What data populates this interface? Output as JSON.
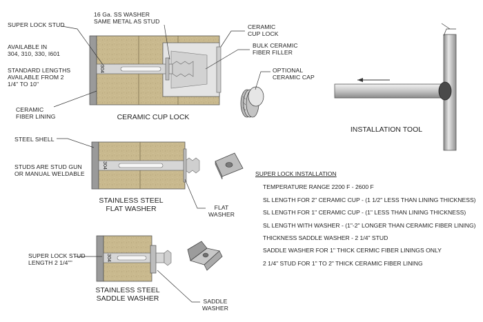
{
  "top_section": {
    "super_lock_stud": "SUPER LOCK STUD",
    "available_line1": "AVAILABLE IN",
    "available_line2": "304, 310, 330, I601",
    "standard_line1": "STANDARD LENGTHS",
    "standard_line2": "AVAILABLE FROM 2",
    "standard_line3": "1/4\" TO 10\"",
    "ceramic_fiber_line1": "CERAMIC",
    "ceramic_fiber_line2": "FIBER LINING",
    "washer_line1": "16 Ga. SS WASHER",
    "washer_line2": "SAME METAL AS STUD",
    "cup_lock_line1": "CERAMIC",
    "cup_lock_line2": "CUP LOCK",
    "bulk_filler_line1": "BULK CERAMIC",
    "bulk_filler_line2": "FIBER FILLER",
    "optional_cap_line1": "OPTIONAL",
    "optional_cap_line2": "CERAMIC CAP",
    "caption": "CERAMIC CUP LOCK",
    "stud_mark": "304"
  },
  "installation_tool": {
    "caption": "INSTALLATION TOOL"
  },
  "middle_section": {
    "steel_shell": "STEEL SHELL",
    "studs_line1": "STUDS ARE STUD GUN",
    "studs_line2": "OR MANUAL WELDABLE",
    "caption_line1": "STAINLESS STEEL",
    "caption_line2": "FLAT WASHER",
    "flat_washer_line1": "FLAT",
    "flat_washer_line2": "WASHER",
    "stud_mark": "304"
  },
  "bottom_section": {
    "stud_line1": "SUPER LOCK STUD",
    "stud_line2": "LENGTH 2 1/4\"\"",
    "caption_line1": "STAINLESS STEEL",
    "caption_line2": "SADDLE WASHER",
    "saddle_line1": "SADDLE",
    "saddle_line2": "WASHER",
    "stud_mark": "304"
  },
  "installation_specs": {
    "title": "SUPER LOCK INSTALLATION",
    "items": [
      "TEMPERATURE RANGE 2200  F - 2600  F",
      "SL LENGTH FOR 2\" CERAMIC CUP - (1 1/2\" LESS THAN LINING THICKNESS)",
      "SL LENGTH FOR 1\" CERAMIC CUP - (1\" LESS THAN LINING THICKNESS)",
      "SL LENGTH WITH WASHER - (1\"-2\" LONGER THAN CERAMIC FIBER LINING)",
      "THICKNESS SADDLE WASHER - 2 1/4\" STUD",
      "SADDLE WASHER FOR 1\" THICK CERMIC FIBER LININGS ONLY",
      "2 1/4\" STUD FOR 1\" TO 2\" THICK CERAMIC FIBER LINING"
    ]
  },
  "colors": {
    "lining": "#c9b98e",
    "shell": "#9a9a9a",
    "metal": "#cfcfcf",
    "ceramic": "#e4e4e4"
  }
}
